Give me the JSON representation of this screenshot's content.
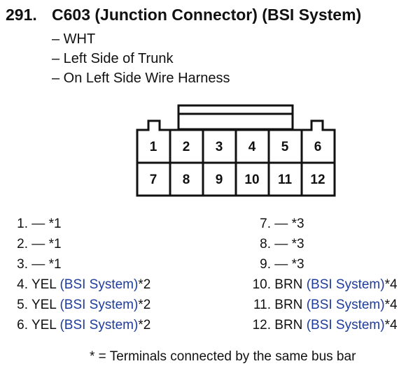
{
  "header": {
    "number": "291.",
    "title": "C603 (Junction Connector) (BSI System)"
  },
  "details": [
    "– WHT",
    "– Left Side of Trunk",
    "– On Left Side Wire Harness"
  ],
  "connector": {
    "top_row": [
      "1",
      "2",
      "3",
      "4",
      "5",
      "6"
    ],
    "bottom_row": [
      "7",
      "8",
      "9",
      "10",
      "11",
      "12"
    ]
  },
  "terminals_left": [
    {
      "num": "1.",
      "wire": "—",
      "system": "",
      "note": "*1"
    },
    {
      "num": "2.",
      "wire": "—",
      "system": "",
      "note": "*1"
    },
    {
      "num": "3.",
      "wire": "—",
      "system": "",
      "note": "*1"
    },
    {
      "num": "4.",
      "wire": "YEL",
      "system": "(BSI System)",
      "note": "*2"
    },
    {
      "num": "5.",
      "wire": "YEL",
      "system": "(BSI System)",
      "note": "*2"
    },
    {
      "num": "6.",
      "wire": "YEL",
      "system": "(BSI System)",
      "note": "*2"
    }
  ],
  "terminals_right": [
    {
      "num": "7.",
      "wire": "—",
      "system": "",
      "note": "*3"
    },
    {
      "num": "8.",
      "wire": "—",
      "system": "",
      "note": "*3"
    },
    {
      "num": "9.",
      "wire": "—",
      "system": "",
      "note": "*3"
    },
    {
      "num": "10.",
      "wire": "BRN",
      "system": "(BSI System)",
      "note": "*4"
    },
    {
      "num": "11.",
      "wire": "BRN",
      "system": "(BSI System)",
      "note": "*4"
    },
    {
      "num": "12.",
      "wire": "BRN",
      "system": "(BSI System)",
      "note": "*4"
    }
  ],
  "footnote": "* = Terminals connected by the same bus bar",
  "colors": {
    "link": "#1e3c9c",
    "text": "#111111"
  }
}
